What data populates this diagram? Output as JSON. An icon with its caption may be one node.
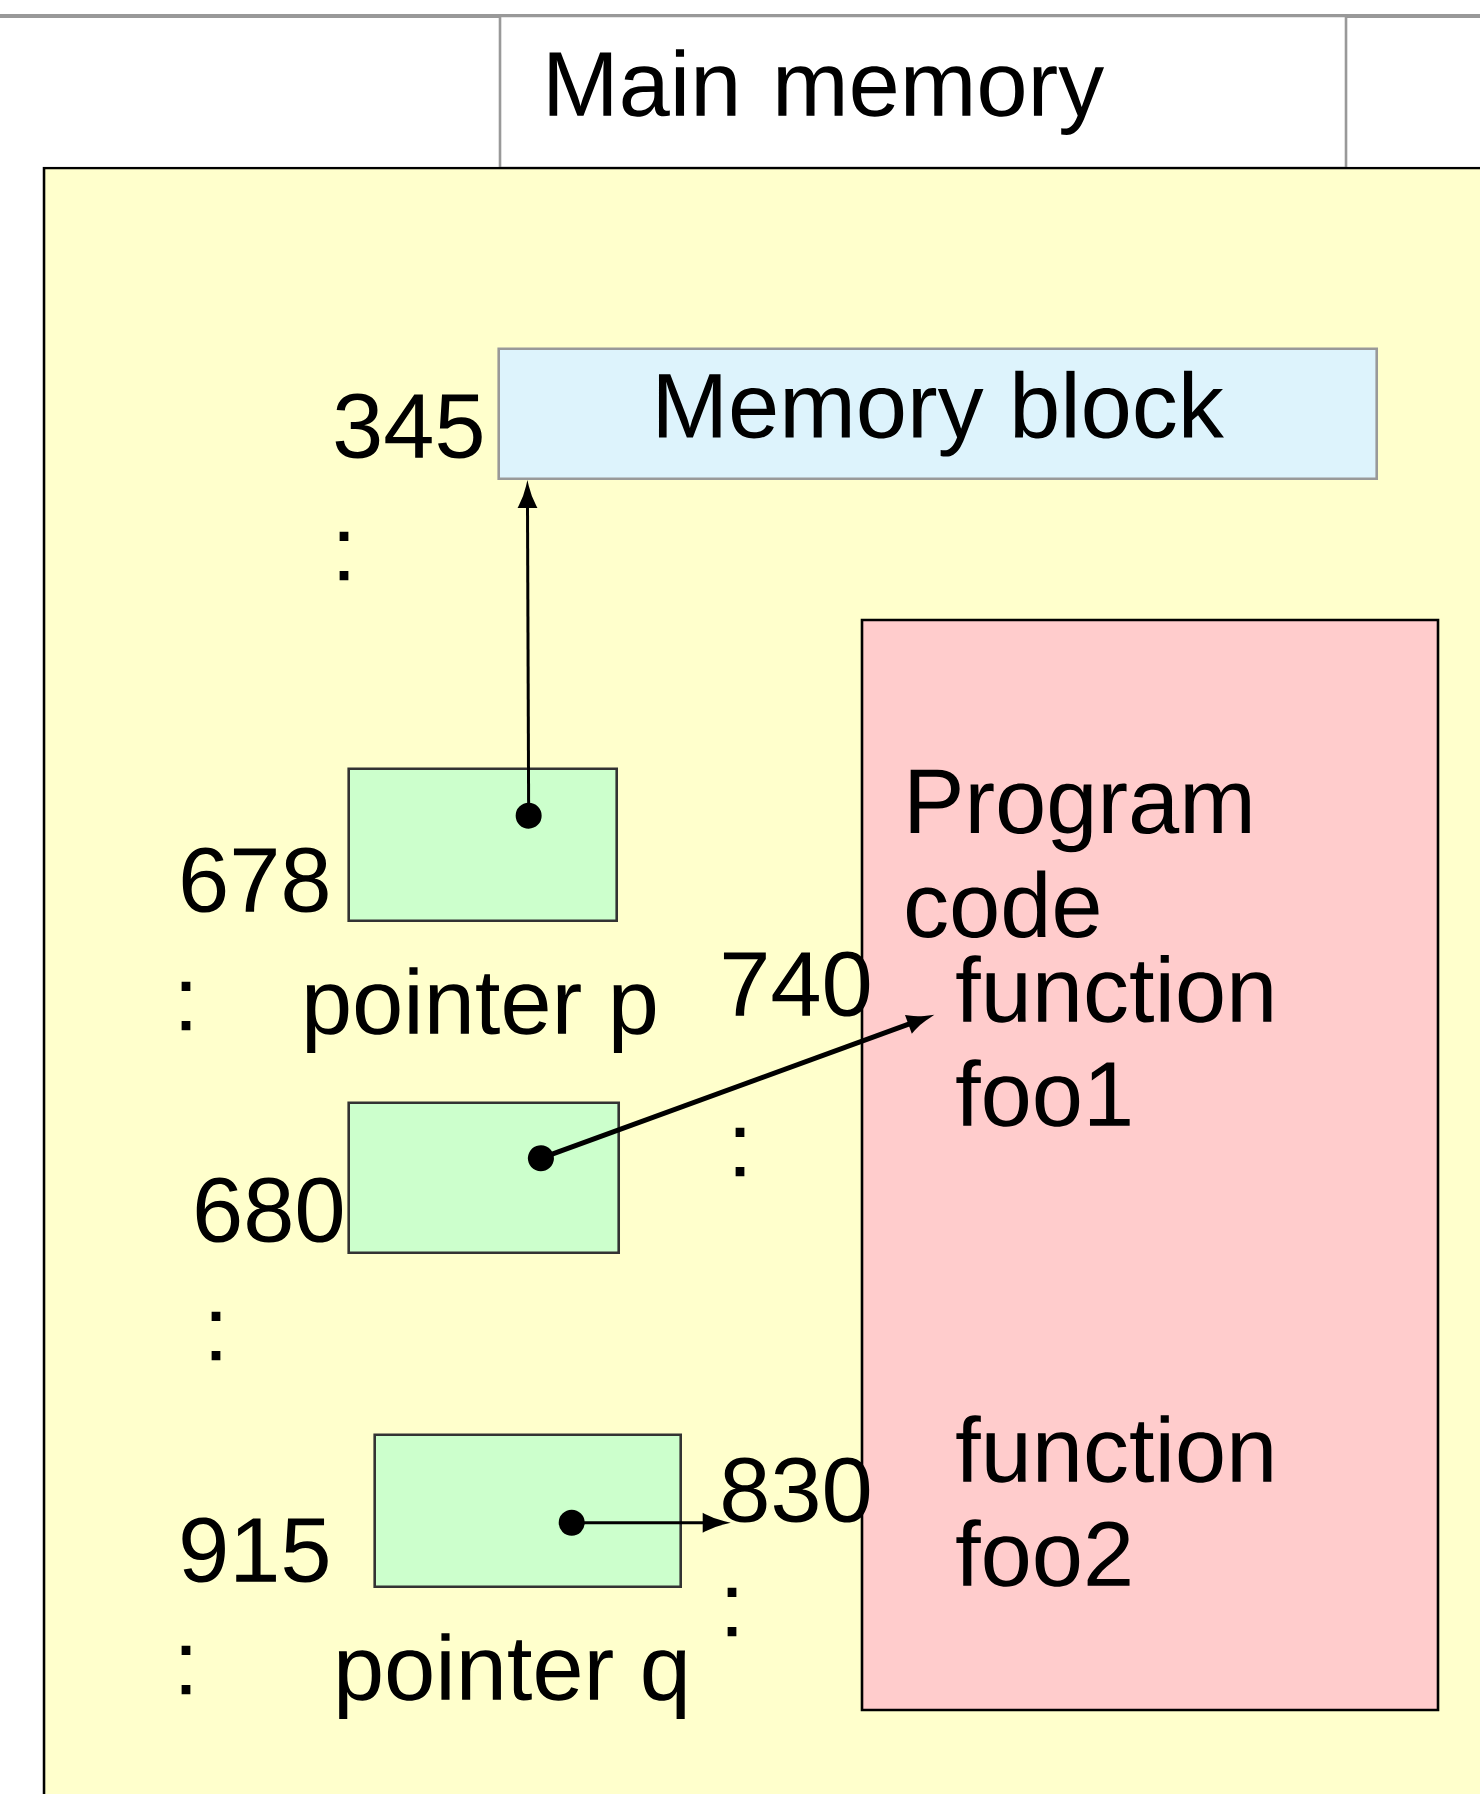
{
  "diagram": {
    "nodes": [
      {
        "text": [
          "Main memory"
        ]
      },
      {
        "text": [],
        "shape": "box"
      },
      {
        "text": [
          "Memory block"
        ],
        "in": 1,
        "beside": [
          "345",
          ":"
        ]
      },
      {
        "text": [],
        "shape": "box",
        "in": 1,
        "beside": [
          "678",
          ":",
          "pointer p"
        ]
      },
      {
        "text": [],
        "shape": "box",
        "in": 1,
        "beside": [
          "680",
          ":"
        ]
      },
      {
        "text": [],
        "shape": "box",
        "in": 1,
        "beside": [
          "915",
          ":",
          "pointer q"
        ]
      },
      {
        "text": [
          "Program code"
        ],
        "in": 1
      },
      {
        "text": [
          "function foo1"
        ],
        "in": 6,
        "beside": [
          "740",
          ":"
        ]
      },
      {
        "text": [
          "function foo2"
        ],
        "in": 6,
        "beside": [
          "830",
          ":"
        ]
      }
    ],
    "edges": [
      {
        "from": 3,
        "to": 2,
        "arrow": "to"
      },
      {
        "from": 4,
        "to": 7,
        "arrow": "to"
      },
      {
        "from": 5,
        "to": 8,
        "arrow": "to"
      }
    ]
  }
}
